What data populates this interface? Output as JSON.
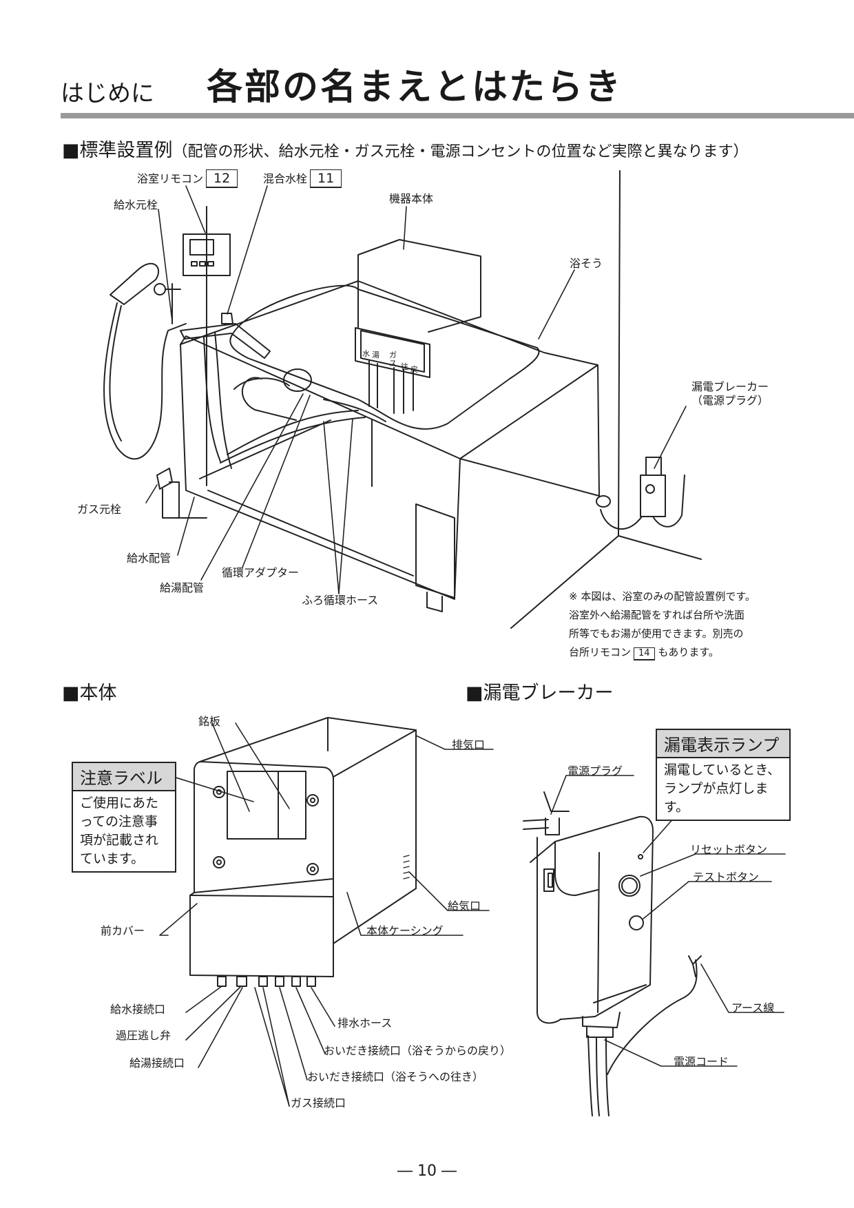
{
  "header": {
    "prefix": "はじめに",
    "title": "各部の名まえとはたらき"
  },
  "section_install": {
    "heading": "■標準設置例",
    "note": "（配管の形状、給水元栓・ガス元栓・電源コンセントの位置など実際と異なります）",
    "labels": {
      "bath_remote": "浴室リモコン",
      "bath_remote_ref": "12",
      "mixing_faucet": "混合水栓",
      "mixing_faucet_ref": "11",
      "water_supply_valve": "給水元栓",
      "unit_body": "機器本体",
      "bathtub": "浴そう",
      "leak_breaker": "漏電ブレーカー\n（電源プラグ）",
      "gas_valve": "ガス元栓",
      "water_pipe": "給水配管",
      "hot_water_pipe": "給湯配管",
      "circulation_adapter": "循環アダプター",
      "bath_circulation_hose": "ふろ循環ホース",
      "port_water": "水",
      "port_hot": "湯",
      "port_gas": "ガス",
      "port_go": "往",
      "port_return": "戻"
    },
    "footnote": "※ 本図は、浴室のみの配管設置例です。\n浴室外へ給湯配管をすれば台所や洗面\n所等でもお湯が使用できます。別売の\n台所リモコン",
    "footnote_ref": "14",
    "footnote_tail": "もあります。"
  },
  "section_body": {
    "heading": "■本体",
    "caution": {
      "title": "注意ラベル",
      "text": "ご使用にあた\nっての注意事\n項が記載され\nています。"
    },
    "labels": {
      "nameplate": "銘板",
      "exhaust": "排気口",
      "intake": "給気口",
      "front_cover": "前カバー",
      "casing": "本体ケーシング",
      "water_inlet": "給水接続口",
      "relief_valve": "過圧逃し弁",
      "hot_outlet": "給湯接続口",
      "drain_hose": "排水ホース",
      "reheat_return": "おいだき接続口（浴そうからの戻り）",
      "reheat_go": "おいだき接続口（浴そうへの往き）",
      "gas_inlet": "ガス接続口"
    }
  },
  "section_breaker": {
    "heading": "■漏電ブレーカー",
    "lamp": {
      "title": "漏電表示ランプ",
      "text": "漏電しているとき、\nランプが点灯します。"
    },
    "labels": {
      "power_plug": "電源プラグ",
      "reset_button": "リセットボタン",
      "test_button": "テストボタン",
      "earth_wire": "アース線",
      "power_cord": "電源コード"
    }
  },
  "footer": {
    "page_number": "― 10 ―"
  }
}
